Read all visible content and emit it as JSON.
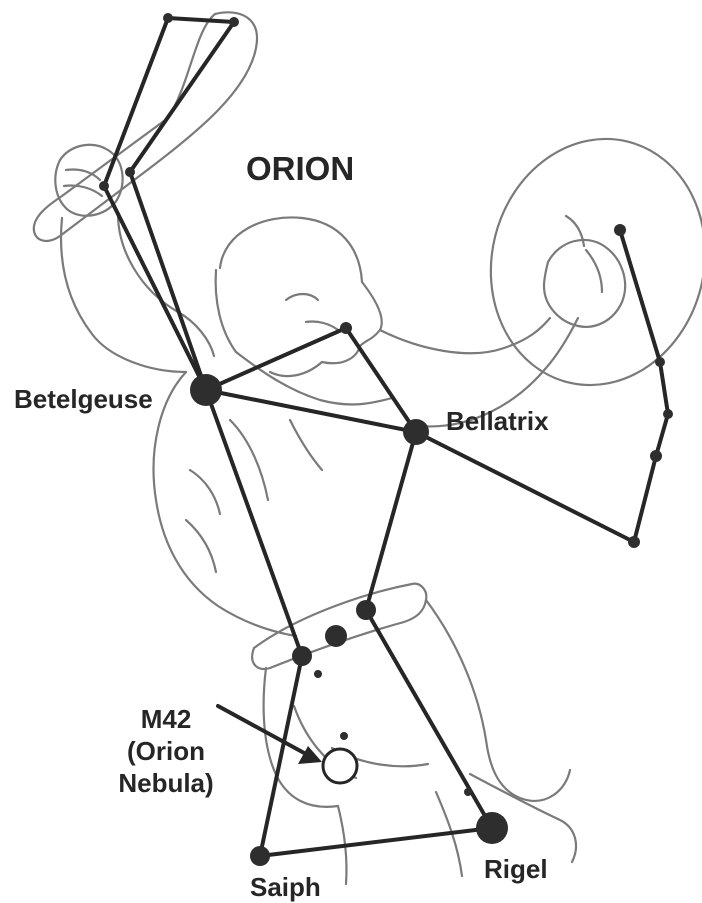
{
  "title": "ORION",
  "labels": {
    "betelgeuse": "Betelgeuse",
    "bellatrix": "Bellatrix",
    "rigel": "Rigel",
    "saiph": "Saiph",
    "m42_line1": "M42",
    "m42_line2": "(Orion",
    "m42_line3": "Nebula)"
  },
  "colors": {
    "ink": "#262626",
    "figure_outline": "#7a7a7a",
    "background": "#ffffff"
  }
}
